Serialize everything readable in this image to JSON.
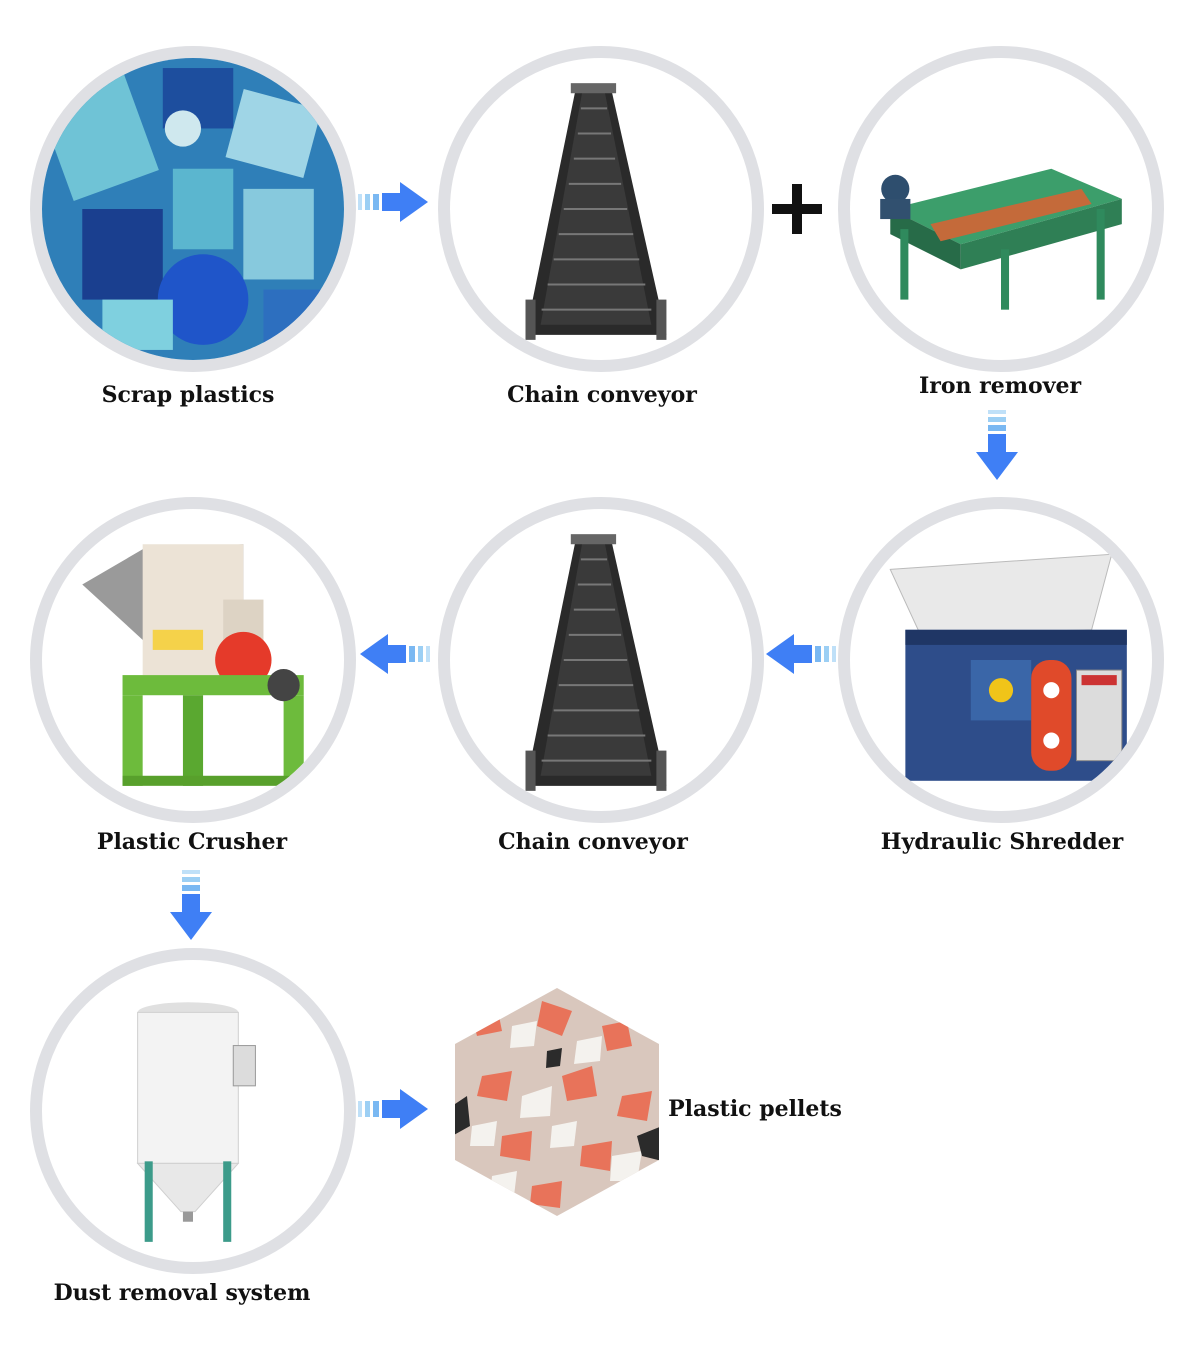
{
  "nodes": {
    "scrap_plastics": {
      "label": "Scrap plastics",
      "icon": "scrap-plastics-photo"
    },
    "chain_conveyor_top": {
      "label": "Chain conveyor",
      "icon": "chain-conveyor-photo"
    },
    "iron_remover": {
      "label": "Iron remover",
      "icon": "iron-remover-photo"
    },
    "hydraulic_shredder": {
      "label": "Hydraulic Shredder",
      "icon": "hydraulic-shredder-photo"
    },
    "chain_conveyor_mid": {
      "label": "Chain conveyor",
      "icon": "chain-conveyor-photo"
    },
    "plastic_crusher": {
      "label": "Plastic Crusher",
      "icon": "plastic-crusher-photo"
    },
    "dust_removal": {
      "label": "Dust removal system",
      "icon": "dust-collector-photo"
    },
    "plastic_pellets": {
      "label": "Plastic pellets",
      "icon": "plastic-pellets-photo"
    }
  },
  "connectors": {
    "plus_symbol": "+",
    "arrow_color": "#3f7ff5",
    "arrow_light_color": "#8ec3f7"
  },
  "colors": {
    "ring": "#dfe0e4",
    "text": "#111111"
  }
}
